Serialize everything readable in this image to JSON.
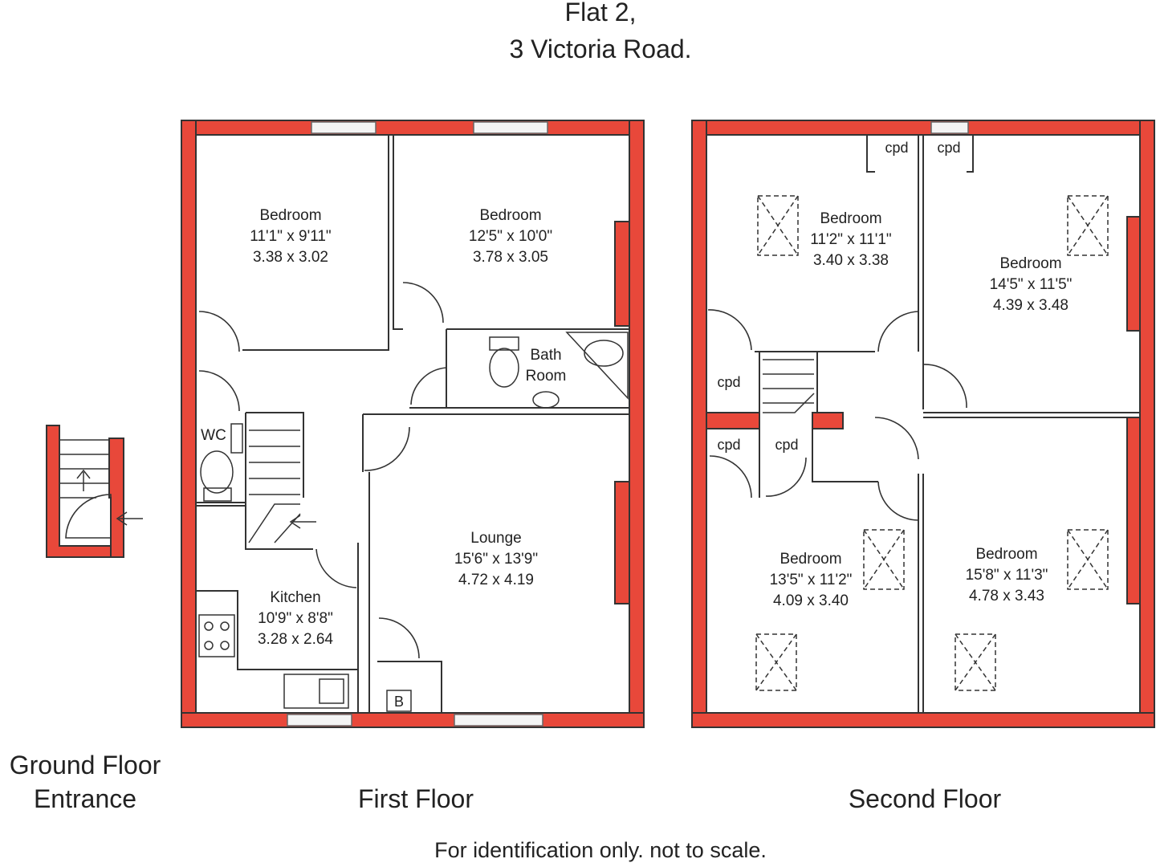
{
  "title": {
    "line1": "Flat 2,",
    "line2": "3 Victoria Road."
  },
  "captions": {
    "ground_line1": "Ground Floor",
    "ground_line2": "Entrance",
    "first": "First Floor",
    "second": "Second Floor"
  },
  "note": "For identification only. not to scale.",
  "first_floor": {
    "bedroom1": {
      "name": "Bedroom",
      "imperial": "11'1\" x 9'11\"",
      "metric": "3.38 x 3.02"
    },
    "bedroom2": {
      "name": "Bedroom",
      "imperial": "12'5\" x 10'0\"",
      "metric": "3.78 x 3.05"
    },
    "bathroom": {
      "line1": "Bath",
      "line2": "Room"
    },
    "wc": "WC",
    "lounge": {
      "name": "Lounge",
      "imperial": "15'6\" x 13'9\"",
      "metric": "4.72 x 4.19"
    },
    "kitchen": {
      "name": "Kitchen",
      "imperial": "10'9\" x 8'8\"",
      "metric": "3.28 x 2.64"
    },
    "boiler": "B"
  },
  "second_floor": {
    "bedroom_nw": {
      "name": "Bedroom",
      "imperial": "11'2\" x 11'1\"",
      "metric": "3.40 x 3.38"
    },
    "bedroom_ne": {
      "name": "Bedroom",
      "imperial": "14'5\" x 11'5\"",
      "metric": "4.39 x 3.48"
    },
    "bedroom_sw": {
      "name": "Bedroom",
      "imperial": "13'5\" x 11'2\"",
      "metric": "4.09 x 3.40"
    },
    "bedroom_se": {
      "name": "Bedroom",
      "imperial": "15'8\" x 11'3\"",
      "metric": "4.78 x 3.43"
    },
    "cupboard": "cpd"
  },
  "colors": {
    "wall": "#e8483a",
    "line": "#333333"
  }
}
